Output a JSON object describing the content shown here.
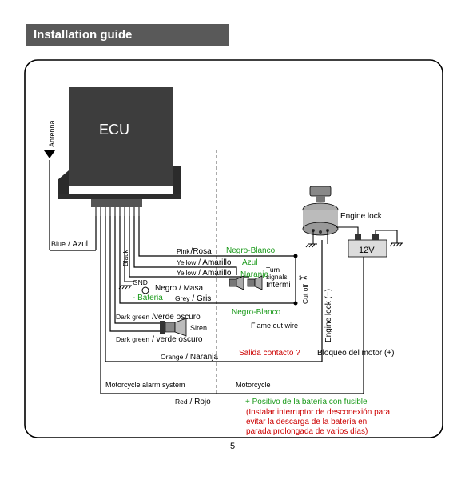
{
  "header": {
    "title": "Installation guide"
  },
  "page_number": "5",
  "colors": {
    "header_bg": "#595959",
    "spanish_green": "#1a9a1a",
    "warning_red": "#cc0000",
    "ecu_body": "#3d3d3d"
  },
  "ecu": {
    "label": "ECU"
  },
  "antenna": {
    "label": "Antenna"
  },
  "sections": {
    "left": "Motorcycle alarm system",
    "right": "Motorcycle"
  },
  "wires": {
    "blue": {
      "en": "Blue",
      "sep": "/",
      "es": "Azul"
    },
    "pink": {
      "en": "Pink",
      "es": "/Rosa",
      "es_note": "Negro-Blanco"
    },
    "yellow1": {
      "en": "Yellow",
      "es": "/ Amarillo",
      "es_note": "Azul"
    },
    "yellow2": {
      "en": "Yellow",
      "es": "/ Amarillo",
      "es_note": "Naranja"
    },
    "black": {
      "en": "Black"
    },
    "gnd": {
      "label": "GND",
      "es": "Negro / Masa",
      "es_note": "- Bateria"
    },
    "grey": {
      "en": "Grey",
      "es": "/ Gris",
      "es_note": "Negro-Blanco"
    },
    "darkgreen1": {
      "en": "Dark  green",
      "es": "/verde oscuro"
    },
    "darkgreen2": {
      "en": "Dark  green",
      "es": "/ verde oscuro"
    },
    "orange": {
      "en": "Orange",
      "es": "/ Naranja",
      "es_note": "Salida contacto ?"
    },
    "red": {
      "en": "Red",
      "es": "/ Rojo"
    }
  },
  "components": {
    "turn_signals": "Turn\nsignals",
    "intermi": "Intermi",
    "siren": "Siren",
    "cut_off": "Cut off",
    "flame_out": "Flame out wire",
    "engine_lock": "Engine lock",
    "engine_lock_plus": "Engine lock (+)",
    "bloqueo": "Bloqueo del motor (+)",
    "battery": "12V"
  },
  "notes": {
    "positive": "+ Positivo de la batería con fusible",
    "warning_1": "(Instalar interruptor de desconexión para",
    "warning_2": "evitar la descarga de la batería en",
    "warning_3": "parada prolongada de varios días)"
  }
}
